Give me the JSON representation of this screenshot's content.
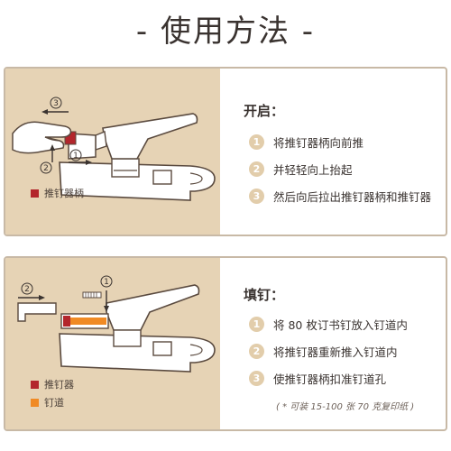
{
  "title": "- 使用方法 -",
  "colors": {
    "panel_bg": "#e6d3b5",
    "border": "#c8b9a6",
    "push_handle": "#b3262c",
    "staple_channel": "#f08a24",
    "step_number": "#e2cdab"
  },
  "open": {
    "heading": "开启：",
    "steps": [
      {
        "num": "1",
        "text": "将推钉器柄向前推"
      },
      {
        "num": "2",
        "text": "并轻轻向上抬起"
      },
      {
        "num": "3",
        "text": "然后向后拉出推钉器柄和推钉器"
      }
    ],
    "legend": [
      {
        "color": "#b3262c",
        "label": "推钉器柄"
      }
    ],
    "diagram_markers": [
      "③",
      "②",
      "①"
    ]
  },
  "fill": {
    "heading": "填钉：",
    "steps": [
      {
        "num": "1",
        "text": "将 80 枚订书钉放入钉道内"
      },
      {
        "num": "2",
        "text": "将推钉器重新推入钉道内"
      },
      {
        "num": "3",
        "text": "使推钉器柄扣准钉道孔"
      }
    ],
    "note": "( * 可装 15-100 张 70 克复印纸 )",
    "legend": [
      {
        "color": "#b3262c",
        "label": "推钉器"
      },
      {
        "color": "#f08a24",
        "label": "钉道"
      }
    ],
    "diagram_markers": [
      "②",
      "①"
    ]
  }
}
